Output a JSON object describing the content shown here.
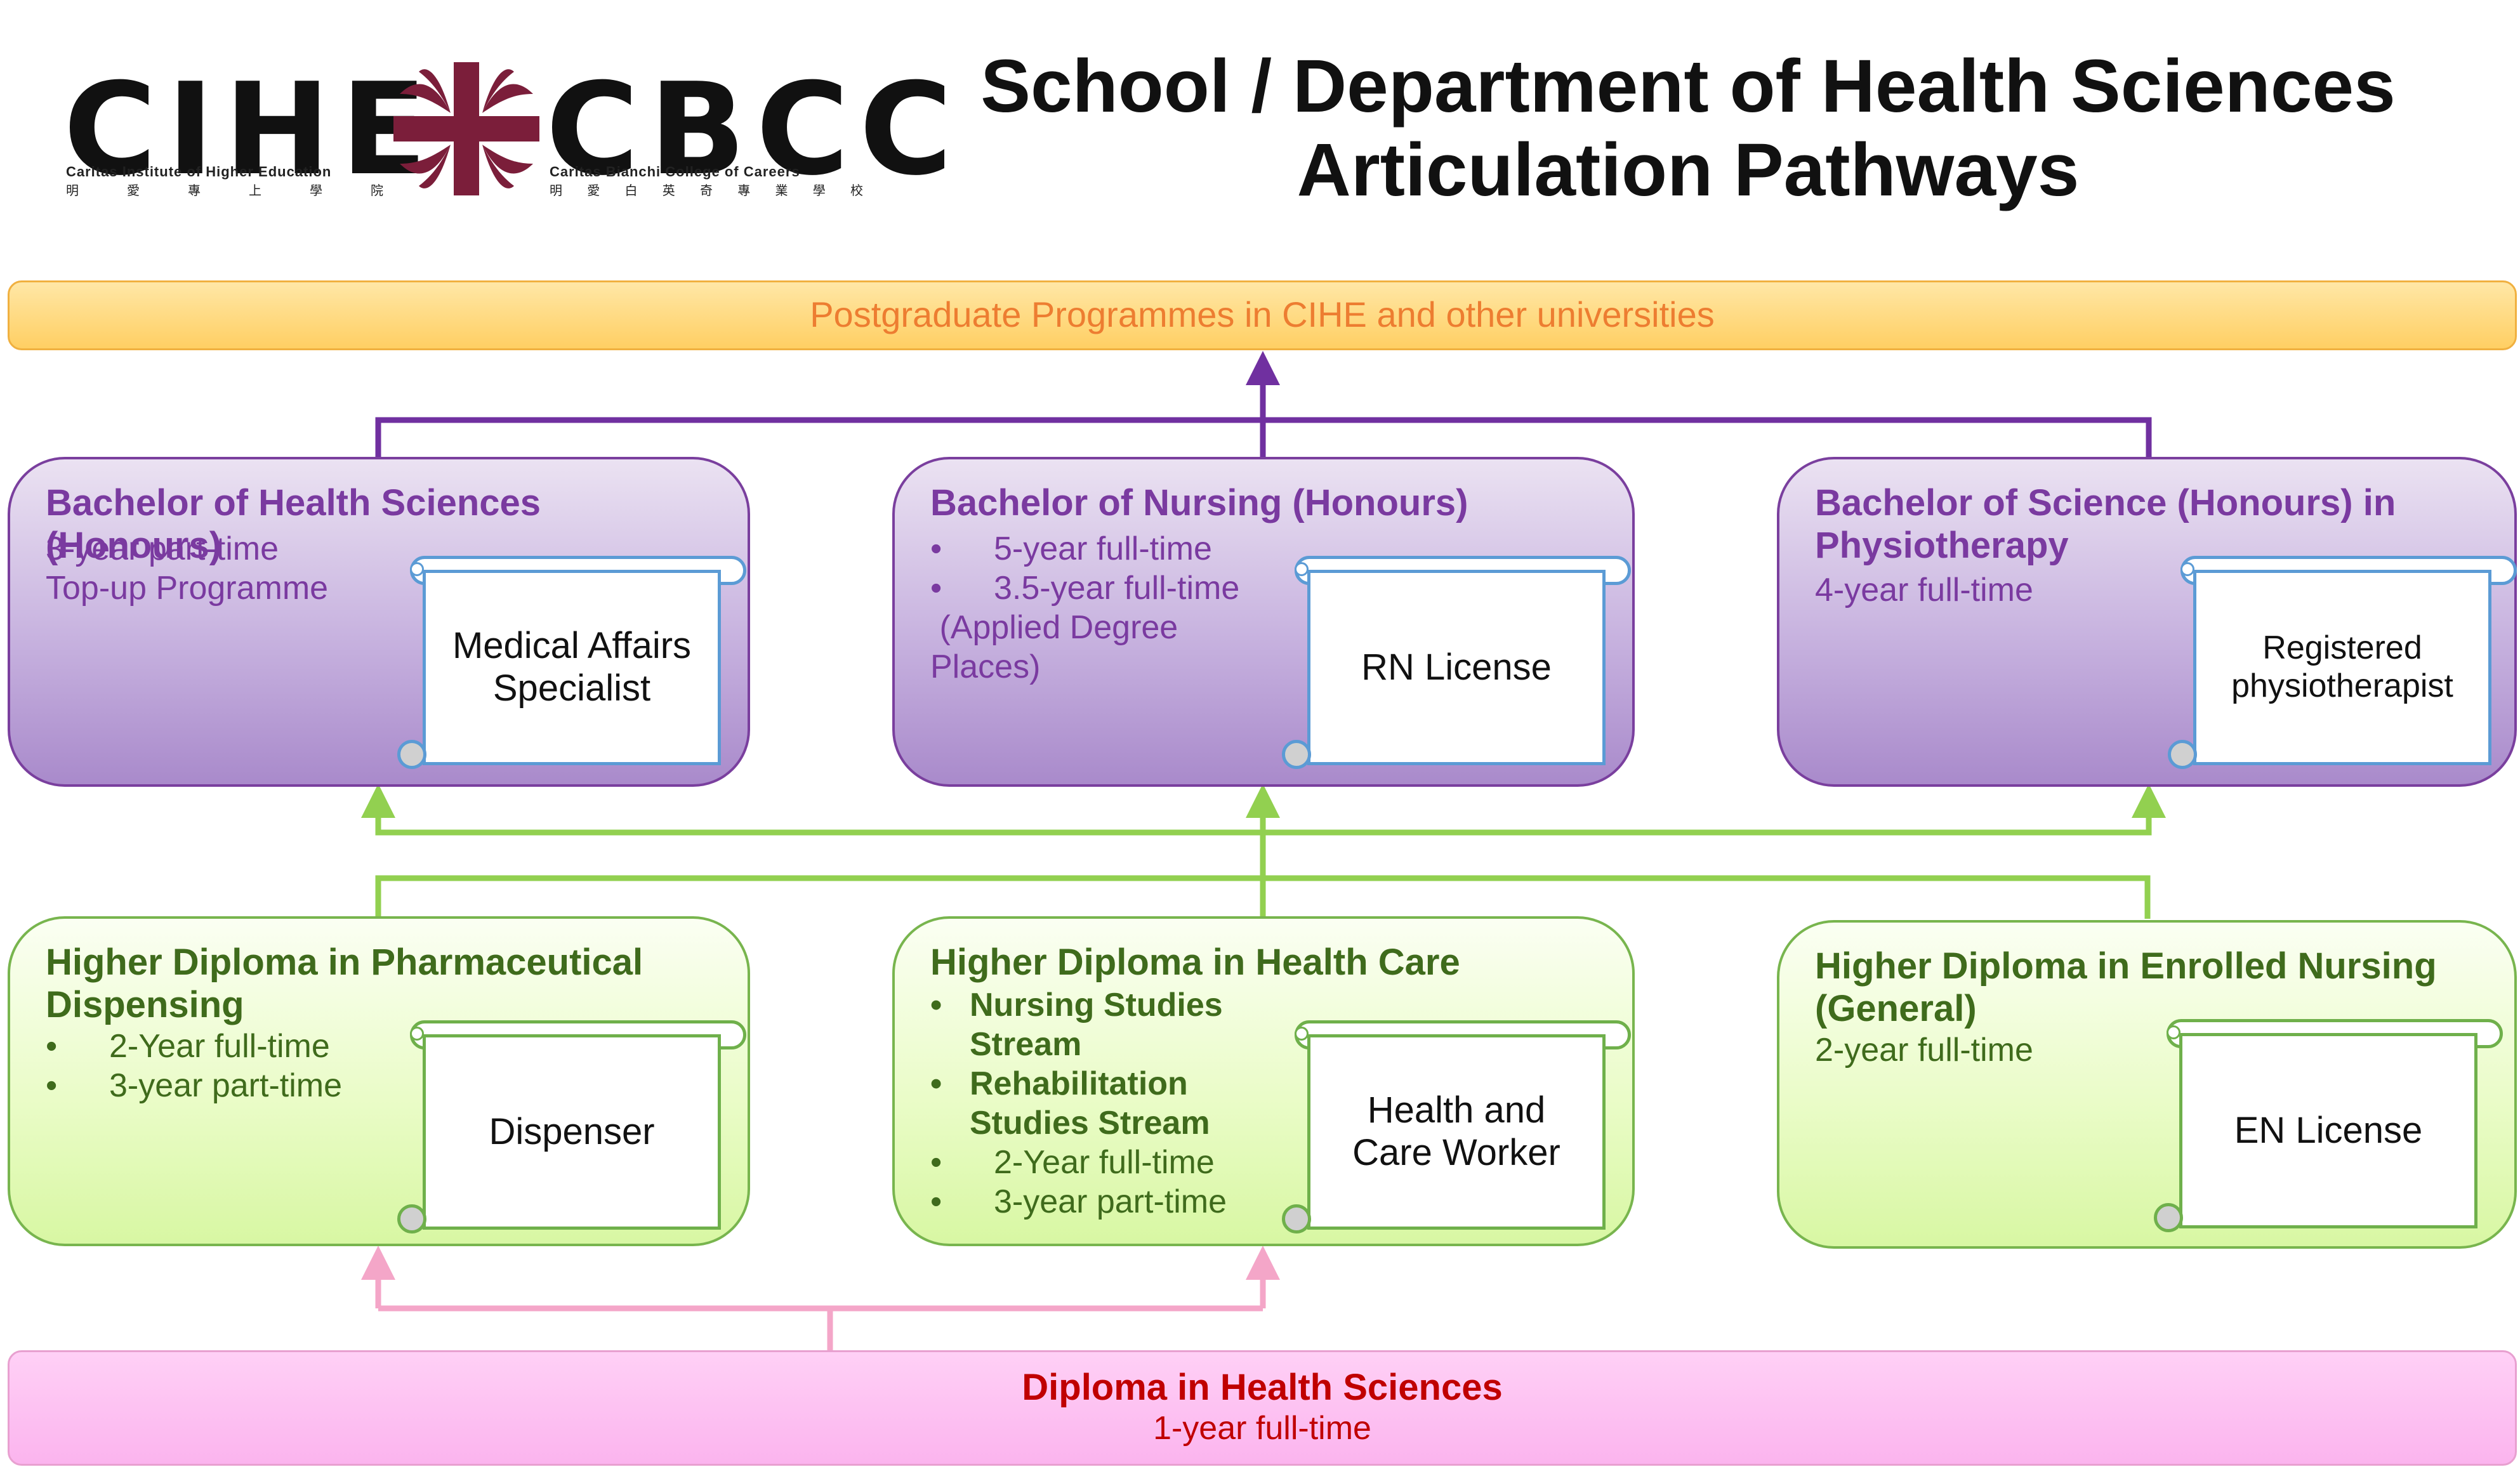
{
  "header": {
    "logo_left": {
      "word": "CIHE",
      "subtitle": "Caritas Institute of Higher Education",
      "chinese": [
        "明",
        "愛",
        "專",
        "上",
        "學",
        "院"
      ]
    },
    "logo_right": {
      "word": "CBCC",
      "subtitle": "Caritas Bianchi College of Careers",
      "chinese": [
        "明",
        "愛",
        "白",
        "英",
        "奇",
        "專",
        "業",
        "學",
        "校"
      ]
    },
    "title_line1": "School / Department of Health Sciences",
    "title_line2": "Articulation Pathways"
  },
  "postgraduate": {
    "label": "Postgraduate Programmes in CIHE and other universities"
  },
  "bachelors": [
    {
      "title": "Bachelor of Health Sciences (Honours)",
      "lines": [
        "3-year part-time",
        "Top-up Programme"
      ],
      "outcome": "Medical Affairs Specialist"
    },
    {
      "title": "Bachelor of Nursing (Honours)",
      "bullets": [
        "5-year full-time",
        "3.5-year full-time"
      ],
      "note_lines": [
        " (Applied Degree",
        "Places)"
      ],
      "outcome": "RN License"
    },
    {
      "title": "Bachelor of Science (Honours) in Physiotherapy",
      "lines": [
        "4-year full-time"
      ],
      "outcome": "Registered physiotherapist"
    }
  ],
  "higher_diplomas": [
    {
      "title": "Higher Diploma in Pharmaceutical Dispensing",
      "bullets": [
        "2-Year full-time",
        "3-year part-time"
      ],
      "outcome": "Dispenser"
    },
    {
      "title": "Higher Diploma in Health Care",
      "streams": [
        "Nursing Studies Stream",
        "Rehabilitation Studies Stream"
      ],
      "bullets": [
        "2-Year full-time",
        "3-year part-time"
      ],
      "outcome": "Health and Care Worker"
    },
    {
      "title": "Higher Diploma in Enrolled Nursing (General)",
      "lines": [
        "2-year full-time"
      ],
      "outcome": "EN License"
    }
  ],
  "diploma": {
    "title": "Diploma in Health Sciences",
    "subtitle": "1-year full-time"
  },
  "colors": {
    "purple": "#7030a0",
    "green": "#92d050",
    "pink": "#f4a6c8",
    "orange_text": "#ed7d31",
    "red_text": "#c00000"
  }
}
